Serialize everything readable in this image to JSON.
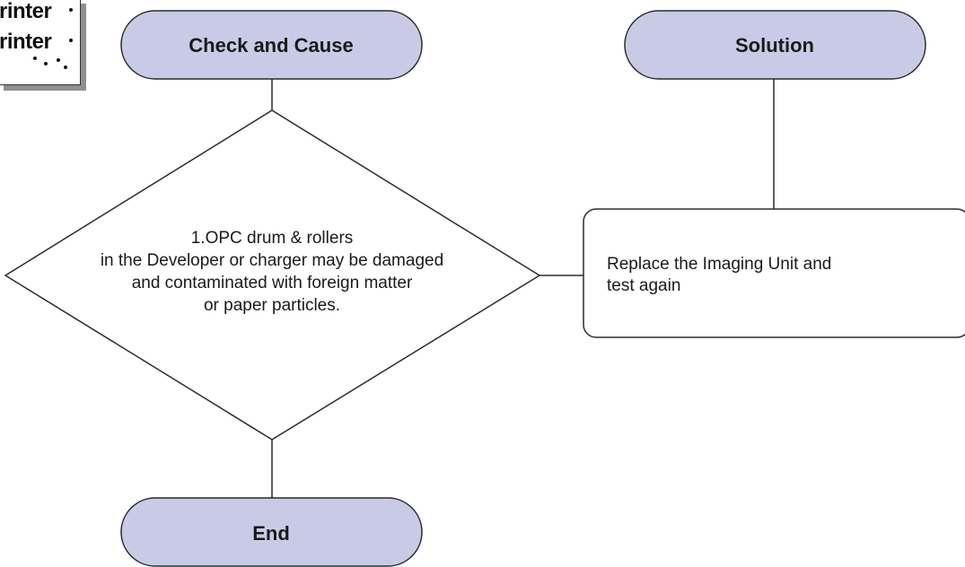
{
  "terminals": {
    "check_and_cause": "Check and Cause",
    "solution": "Solution",
    "end": "End"
  },
  "decision": {
    "lines": [
      "1.OPC drum & rollers",
      "in the Developer or charger may be damaged",
      "and contaminated with foreign matter",
      "or paper particles."
    ]
  },
  "action": {
    "lines": [
      "Replace the Imaging Unit and",
      "test again"
    ]
  },
  "logo": {
    "line1": "rinter",
    "line2": "rinter"
  },
  "colors": {
    "terminal_fill": "#c9cbe6",
    "stroke": "#2b2b2b",
    "text": "#1a1a1a",
    "background": "#ffffff"
  }
}
